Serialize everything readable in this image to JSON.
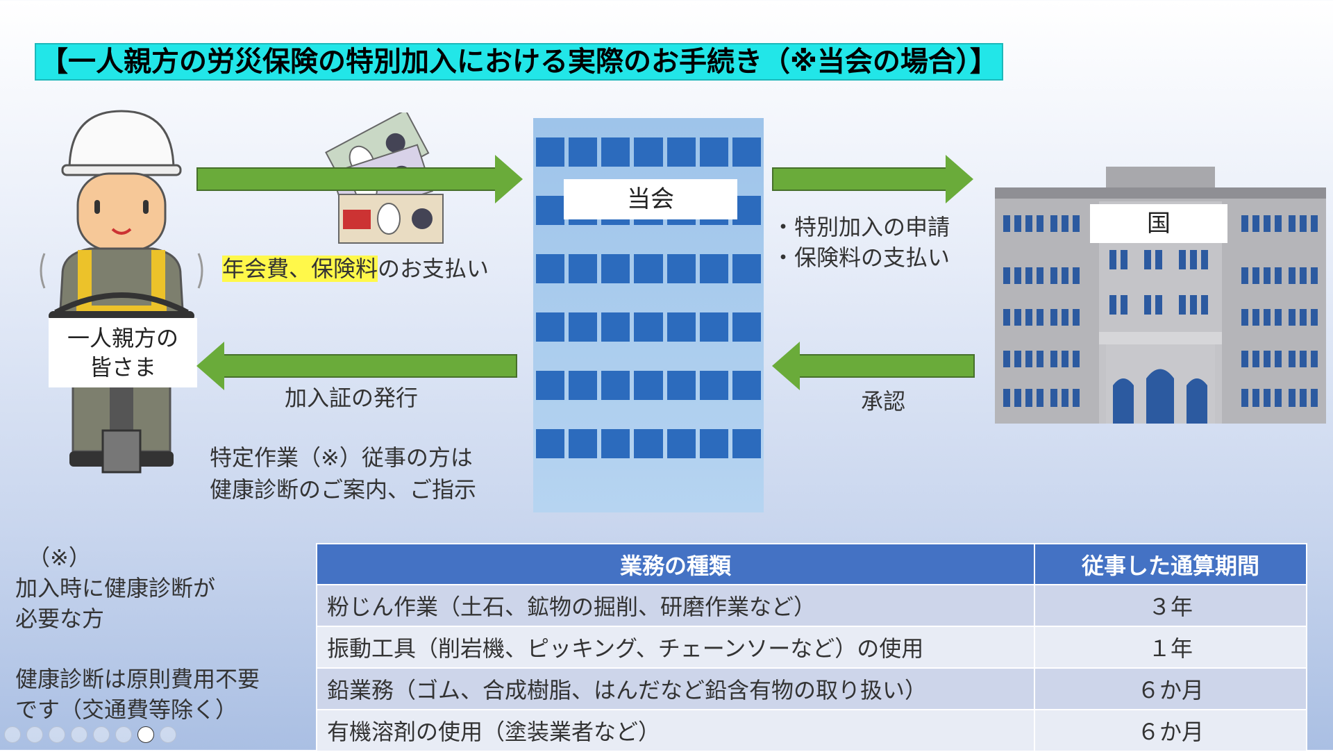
{
  "title": "【一人親方の労災保険の特別加入における実際のお手続き（※当会の場合）】",
  "actors": {
    "worker_line1": "一人親方の",
    "worker_line2": "皆さま",
    "company": "当会",
    "government": "国"
  },
  "flows": {
    "payment_highlight": "年会費、保険料",
    "payment_rest": "のお支払い",
    "application_1": "・特別加入の申請",
    "application_2": "・保険料の支払い",
    "approval": "承認",
    "certificate": "加入証の発行",
    "health_line1": "特定作業（※）従事の方は",
    "health_line2": "健康診断のご案内、ご指示"
  },
  "notes": {
    "mark": "（※）",
    "line1": "加入時に健康診断が",
    "line2": "必要な方",
    "line3": "健康診断は原則費用不要",
    "line4": "です（交通費等除く）"
  },
  "table": {
    "headers": [
      "業務の種類",
      "従事した通算期間"
    ],
    "rows": [
      [
        "粉じん作業（土石、鉱物の掘削、研磨作業など）",
        "３年"
      ],
      [
        "振動工具（削岩機、ピッキング、チェーンソーなど）の使用",
        "１年"
      ],
      [
        "鉛業務（ゴム、合成樹脂、はんだなど鉛含有物の取り扱い）",
        "６か月"
      ],
      [
        "有機溶剤の使用（塗装業者など）",
        "６か月"
      ]
    ]
  },
  "colors": {
    "arrow": "#6aab3a",
    "title_bg": "#22e6e8",
    "highlight": "#fff84a",
    "table_header": "#4472c4"
  }
}
